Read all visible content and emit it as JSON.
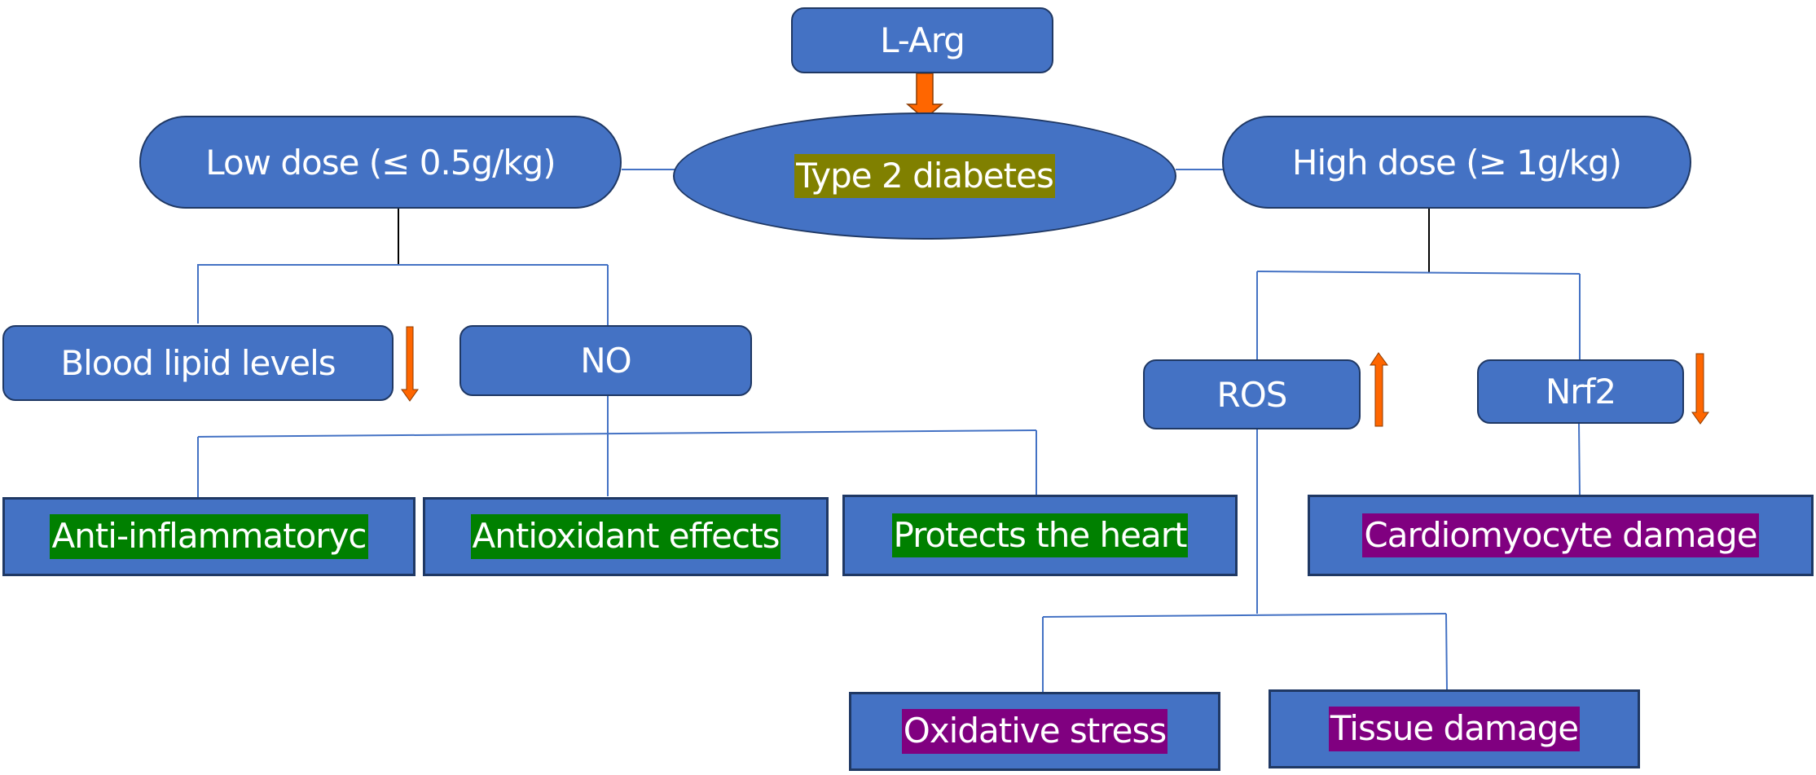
{
  "diagram": {
    "root": {
      "label": "L-Arg"
    },
    "center": {
      "label": "Type 2 diabetes",
      "highlight": "#808000"
    },
    "branches": {
      "low": {
        "label": "Low dose (≤ 0.5g/kg)",
        "children": [
          {
            "label": "Blood lipid levels",
            "trend": "down"
          },
          {
            "label": "NO"
          }
        ],
        "effects": [
          {
            "label": "Anti-inflammatoryc",
            "highlight": "#008000"
          },
          {
            "label": "Antioxidant effects",
            "highlight": "#008000"
          },
          {
            "label": "Protects the heart",
            "highlight": "#008000"
          }
        ]
      },
      "high": {
        "label": "High dose (≥ 1g/kg)",
        "children": [
          {
            "label": "ROS",
            "trend": "up"
          },
          {
            "label": "Nrf2",
            "trend": "down"
          }
        ],
        "ros_effects": [
          {
            "label": "Oxidative stress",
            "highlight": "#800080"
          },
          {
            "label": "Tissue damage",
            "highlight": "#800080"
          }
        ],
        "nrf2_effects": [
          {
            "label": "Cardiomyocyte damage",
            "highlight": "#800080"
          }
        ]
      }
    },
    "colors": {
      "node_fill": "#4472C4",
      "node_border": "#1F3864",
      "arrow": "#FF6600",
      "connector": "#4472C4"
    }
  }
}
